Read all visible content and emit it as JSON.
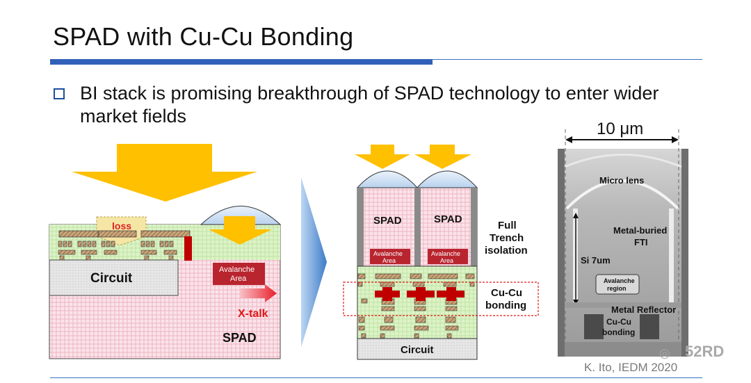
{
  "title": "SPAD with Cu-Cu Bonding",
  "bullet": "BI stack is promising breakthrough of SPAD technology to enter wider market fields",
  "citation": "K. Ito, IEDM 2020",
  "watermark": "52RD",
  "left_diagram": {
    "loss": "loss",
    "circuit": "Circuit",
    "avalanche_area": [
      "Avalanche",
      "Area"
    ],
    "xtalk": "X-talk",
    "spad": "SPAD"
  },
  "middle_diagram": {
    "spad_left": "SPAD",
    "spad_right": "SPAD",
    "avalanche_area": [
      "Avalanche",
      "Area"
    ],
    "full_trench": [
      "Full",
      "Trench",
      "isolation"
    ],
    "cucu_bonding": [
      "Cu-Cu",
      "bonding"
    ],
    "circuit": "Circuit"
  },
  "sem_image": {
    "scale": "10 μm",
    "micro_lens": "Micro lens",
    "metal_buried_fti": [
      "Metal-buried",
      "FTI"
    ],
    "si_thickness": "Si 7um",
    "avalanche_region": [
      "Avalanche",
      "region"
    ],
    "metal_reflector": "Metal Reflector",
    "cucu_bonding": [
      "Cu-Cu",
      "bonding"
    ]
  },
  "colors": {
    "title_rule": "#3160b8",
    "arrow": "#ffc000",
    "trench_red": "#c00000",
    "green_layer": "#d8f2c0",
    "pink_layer": "#f8d8e0",
    "big_arrow_blue": "#4a86d0"
  }
}
